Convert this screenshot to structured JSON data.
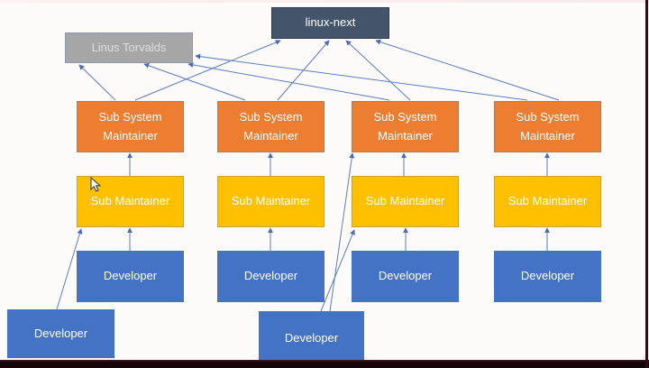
{
  "nodes": {
    "linux_next": "linux-next",
    "linus_torvalds": "Linus Torvalds",
    "sub_system_maintainer": "Sub System Maintainer",
    "sub_maintainer": "Sub Maintainer",
    "developer": "Developer"
  },
  "counts": {
    "sub_system_maintainer_boxes": 4,
    "sub_maintainer_boxes": 4,
    "developer_boxes": 6
  },
  "colors": {
    "linux_next_fill": "#44546A",
    "linus_torvalds_fill": "#A6A6A6",
    "sub_system_maintainer_fill": "#ED7D31",
    "sub_maintainer_fill": "#FFC000",
    "developer_fill": "#4472C4",
    "connector_blue": "#4472C4",
    "letterbox_bar": "#140609"
  }
}
